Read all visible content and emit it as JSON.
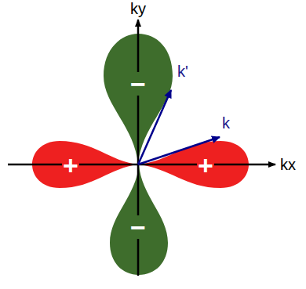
{
  "diagram": {
    "nodes": [
      {
        "text": [
          "−"
        ]
      },
      {
        "text": [
          "+"
        ]
      },
      {
        "text": [
          "+"
        ]
      },
      {
        "text": [
          "−"
        ]
      }
    ],
    "labels": [
      "ky",
      "kx",
      "k'",
      "k"
    ]
  }
}
